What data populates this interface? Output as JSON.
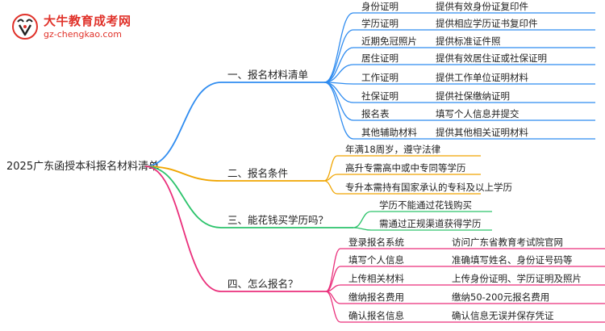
{
  "logo": {
    "title": "大牛教育成考网",
    "url": "gz-chengkao.com"
  },
  "mindmap": {
    "root": "2025广东函授本科报名材料清单",
    "colors": {
      "branch1": "#2f8cf0",
      "branch2": "#f0a500",
      "branch3": "#2cc36b",
      "branch4": "#ea2f7b"
    },
    "branches": [
      {
        "label": "一、报名材料清单",
        "color_key": "branch1",
        "children": [
          {
            "label": "身份证明",
            "detail": "提供有效身份证复印件"
          },
          {
            "label": "学历证明",
            "detail": "提供相应学历证书复印件"
          },
          {
            "label": "近期免冠照片",
            "detail": "提供标准证件照"
          },
          {
            "label": "居住证明",
            "detail": "提供有效居住证或社保证明"
          },
          {
            "label": "工作证明",
            "detail": "提供工作单位证明材料"
          },
          {
            "label": "社保证明",
            "detail": "提供社保缴纳证明"
          },
          {
            "label": "报名表",
            "detail": "填写个人信息并提交"
          },
          {
            "label": "其他辅助材料",
            "detail": "提供其他相关证明材料"
          }
        ]
      },
      {
        "label": "二、报名条件",
        "color_key": "branch2",
        "children": [
          {
            "label": "年满18周岁，遵守法律"
          },
          {
            "label": "高升专需高中或中专同等学历"
          },
          {
            "label": "专升本需持有国家承认的专科及以上学历"
          }
        ]
      },
      {
        "label": "三、能花钱买学历吗？",
        "color_key": "branch3",
        "children": [
          {
            "label": "学历不能通过花钱购买"
          },
          {
            "label": "需通过正规渠道获得学历"
          }
        ]
      },
      {
        "label": "四、怎么报名？",
        "color_key": "branch4",
        "children": [
          {
            "label": "登录报名系统",
            "detail": "访问广东省教育考试院官网"
          },
          {
            "label": "填写个人信息",
            "detail": "准确填写姓名、身份证号码等"
          },
          {
            "label": "上传相关材料",
            "detail": "上传身份证明、学历证明及照片"
          },
          {
            "label": "缴纳报名费用",
            "detail": "缴纳50-200元报名费用"
          },
          {
            "label": "确认报名信息",
            "detail": "确认信息无误并保存凭证"
          }
        ]
      }
    ]
  }
}
